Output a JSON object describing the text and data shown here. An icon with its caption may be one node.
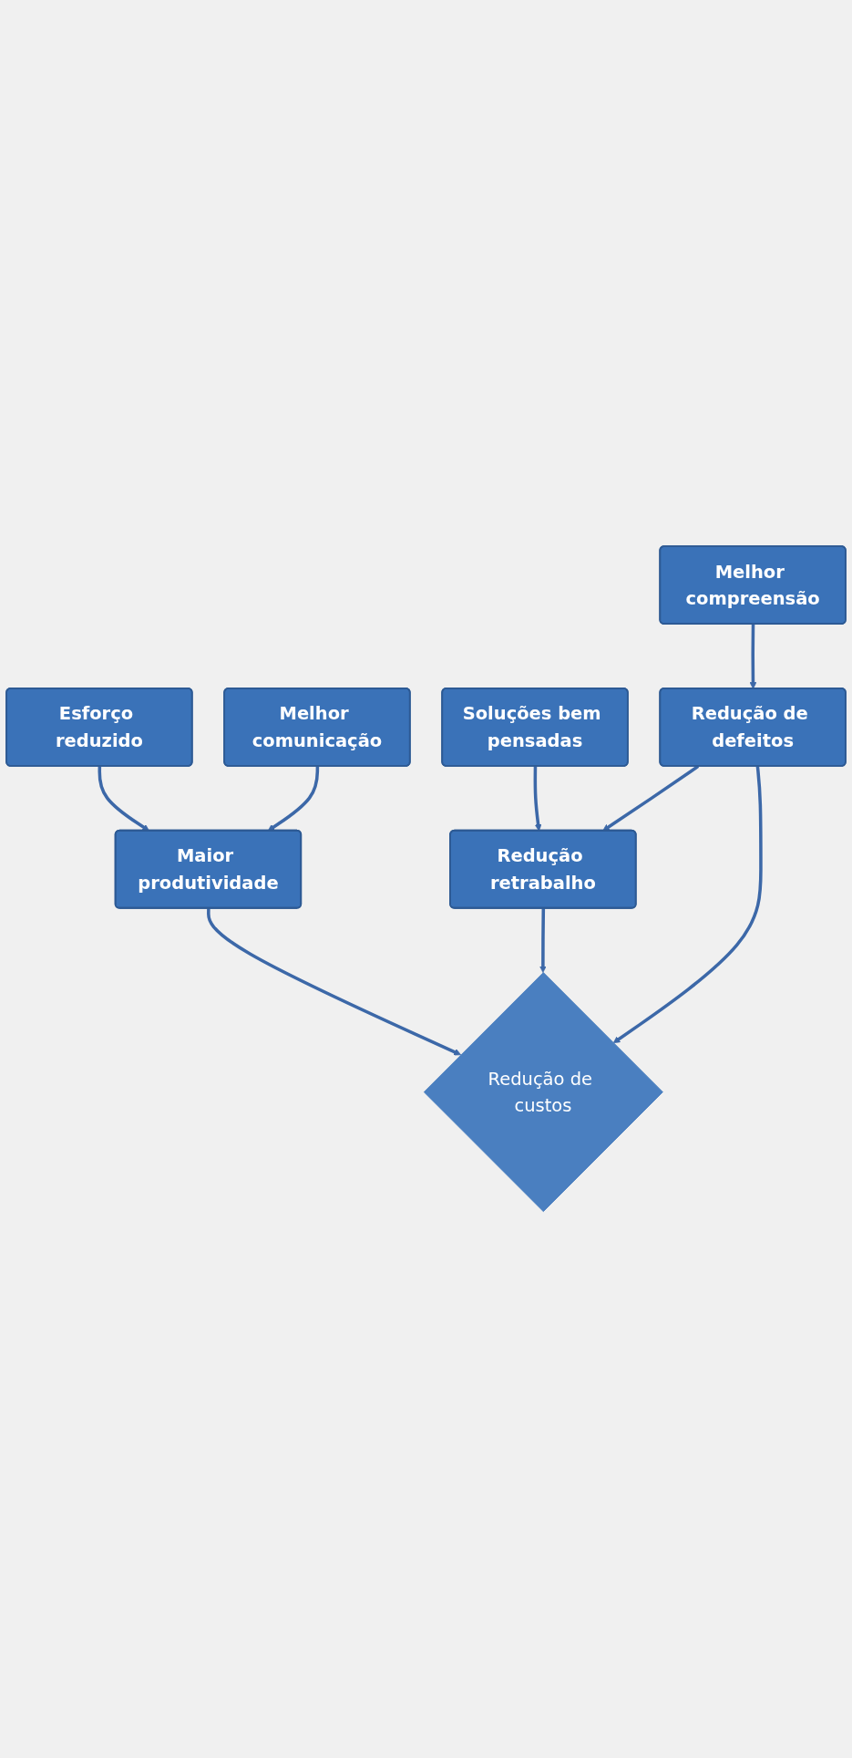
{
  "diagram": {
    "nodes": [
      {
        "text": [
          "Esforço reduzido"
        ]
      },
      {
        "text": [
          "Melhor comunicação"
        ]
      },
      {
        "text": [
          "Melhor compreensão"
        ]
      },
      {
        "text": [
          "Soluções bem pensadas"
        ]
      },
      {
        "text": [
          "Maior produtividade"
        ]
      },
      {
        "text": [
          "Redução de defeitos"
        ]
      },
      {
        "text": [
          "Redução retrabalho"
        ]
      },
      {
        "text": [
          "Redução de custos"
        ]
      }
    ],
    "edges": [
      {
        "from": 0,
        "to": 4,
        "arrow": "to"
      },
      {
        "from": 1,
        "to": 4,
        "arrow": "to"
      },
      {
        "from": 2,
        "to": 5,
        "arrow": "to"
      },
      {
        "from": 3,
        "to": 6,
        "arrow": "to"
      },
      {
        "from": 5,
        "to": 6,
        "arrow": "to"
      },
      {
        "from": 4,
        "to": 7,
        "arrow": "to"
      },
      {
        "from": 5,
        "to": 7,
        "arrow": "to"
      },
      {
        "from": 6,
        "to": 7,
        "arrow": "to"
      }
    ]
  }
}
